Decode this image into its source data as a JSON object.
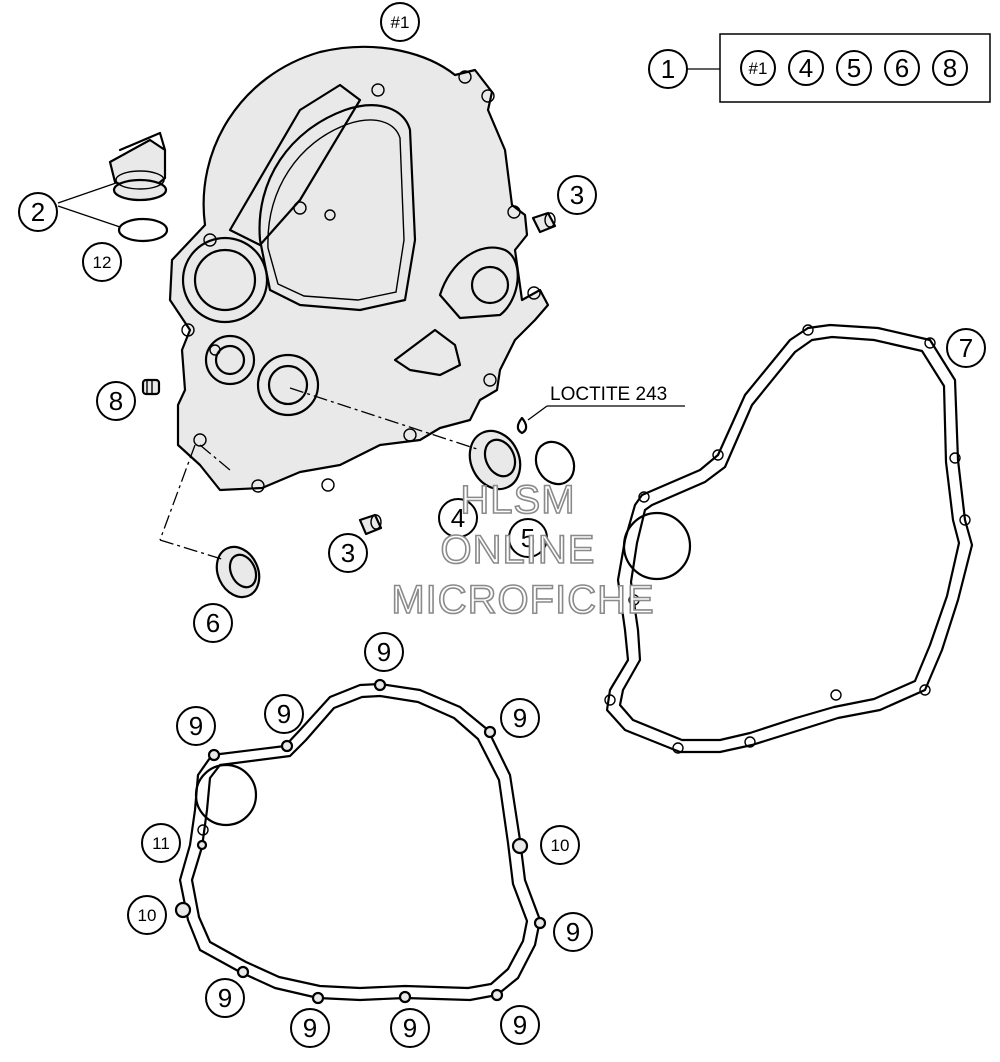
{
  "callouts": {
    "p1": "1",
    "p2": "2",
    "p3a": "3",
    "p3b": "3",
    "p4": "4",
    "p5": "5",
    "p6": "6",
    "p7": "7",
    "p8": "8",
    "p9a": "9",
    "p9b": "9",
    "p9c": "9",
    "p9d": "9",
    "p9e": "9",
    "p9f": "9",
    "p9g": "9",
    "p9h": "9",
    "p9i": "9",
    "p10a": "10",
    "p10b": "10",
    "p11": "11",
    "p12": "12",
    "ref1": "#1"
  },
  "kit": {
    "items": [
      "#1",
      "4",
      "5",
      "6",
      "8"
    ]
  },
  "note": {
    "loctite": "LOCTITE 243"
  },
  "watermark": {
    "line1": "HLSM",
    "line2": "ONLINE",
    "line3": "MICROFICHE"
  }
}
